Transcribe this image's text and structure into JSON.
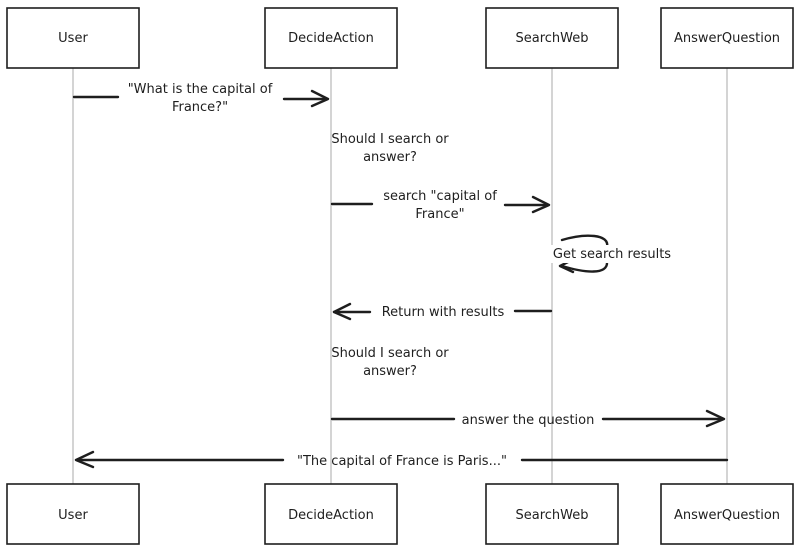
{
  "participants": [
    {
      "id": "user",
      "label": "User"
    },
    {
      "id": "decide",
      "label": "DecideAction"
    },
    {
      "id": "search",
      "label": "SearchWeb"
    },
    {
      "id": "answer",
      "label": "AnswerQuestion"
    }
  ],
  "messages": [
    {
      "from": "user",
      "to": "decide",
      "lines": [
        "\"What is the capital of",
        "France?\""
      ]
    },
    {
      "note_on": "decide",
      "lines": [
        "Should I search or",
        "answer?"
      ]
    },
    {
      "from": "decide",
      "to": "search",
      "lines": [
        "search \"capital of",
        "France\""
      ]
    },
    {
      "self": "search",
      "lines": [
        "Get search results"
      ]
    },
    {
      "from": "search",
      "to": "decide",
      "lines": [
        "Return with results"
      ]
    },
    {
      "note_on": "decide",
      "lines": [
        "Should I search or",
        "answer?"
      ]
    },
    {
      "from": "decide",
      "to": "answer",
      "lines": [
        "answer the question"
      ]
    },
    {
      "from": "answer",
      "to": "user",
      "lines": [
        "\"The capital of France is Paris...\""
      ]
    }
  ]
}
